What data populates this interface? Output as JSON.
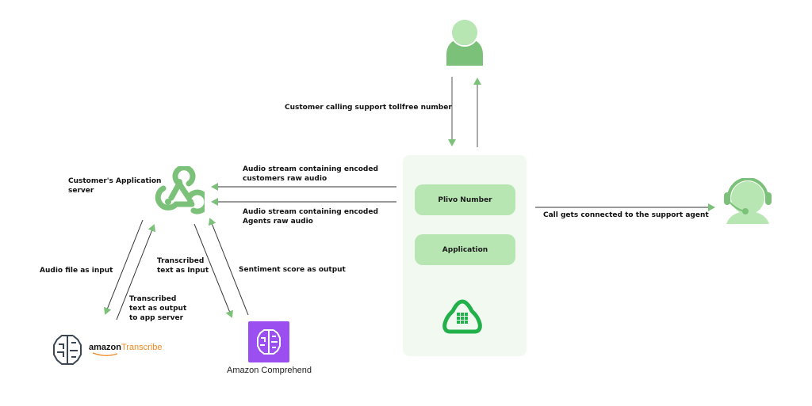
{
  "diagram": {
    "colors": {
      "green_light": "#b7e6b3",
      "green_mid": "#7cc179",
      "green_dark": "#22b04a",
      "panel_bg": "#f2f9f1",
      "arrow_line": "#444444",
      "comprehend_purple": "#9b4ff0",
      "transcribe_orange": "#f08a24"
    },
    "nodes": {
      "customer": {
        "icon": "user-icon"
      },
      "app_server": {
        "label": "Customer's Application server",
        "label_line1": "Customer's Application",
        "label_line2": "server",
        "icon": "webhook-icon"
      },
      "plivo_panel": {
        "items": [
          {
            "label": "Plivo Number"
          },
          {
            "label": "Application"
          }
        ],
        "icon": "plivo-cloud-icon"
      },
      "support_agent": {
        "icon": "headset-agent-icon"
      },
      "amazon_transcribe": {
        "brand": "amazon",
        "product": "Transcribe",
        "icon": "brain-circuit-icon"
      },
      "amazon_comprehend": {
        "label": "Amazon Comprehend",
        "icon": "brain-circuit-icon"
      }
    },
    "edges": {
      "customer_call": {
        "label": "Customer calling support tollfree number"
      },
      "customer_audio": {
        "line1": "Audio stream containing encoded",
        "line2": "customers raw audio"
      },
      "agent_audio": {
        "line1": "Audio stream containing encoded",
        "line2": "Agents raw audio"
      },
      "agent_connect": {
        "label": "Call gets connected to the support agent"
      },
      "audio_input": {
        "label": "Audio file as input"
      },
      "transcribed_output": {
        "line1": "Transcribed",
        "line2": "text as output",
        "line3": "to app server"
      },
      "transcribed_input": {
        "line1": "Transcribed",
        "line2": "text as Input"
      },
      "sentiment_output": {
        "label": "Sentiment score as output"
      }
    }
  }
}
